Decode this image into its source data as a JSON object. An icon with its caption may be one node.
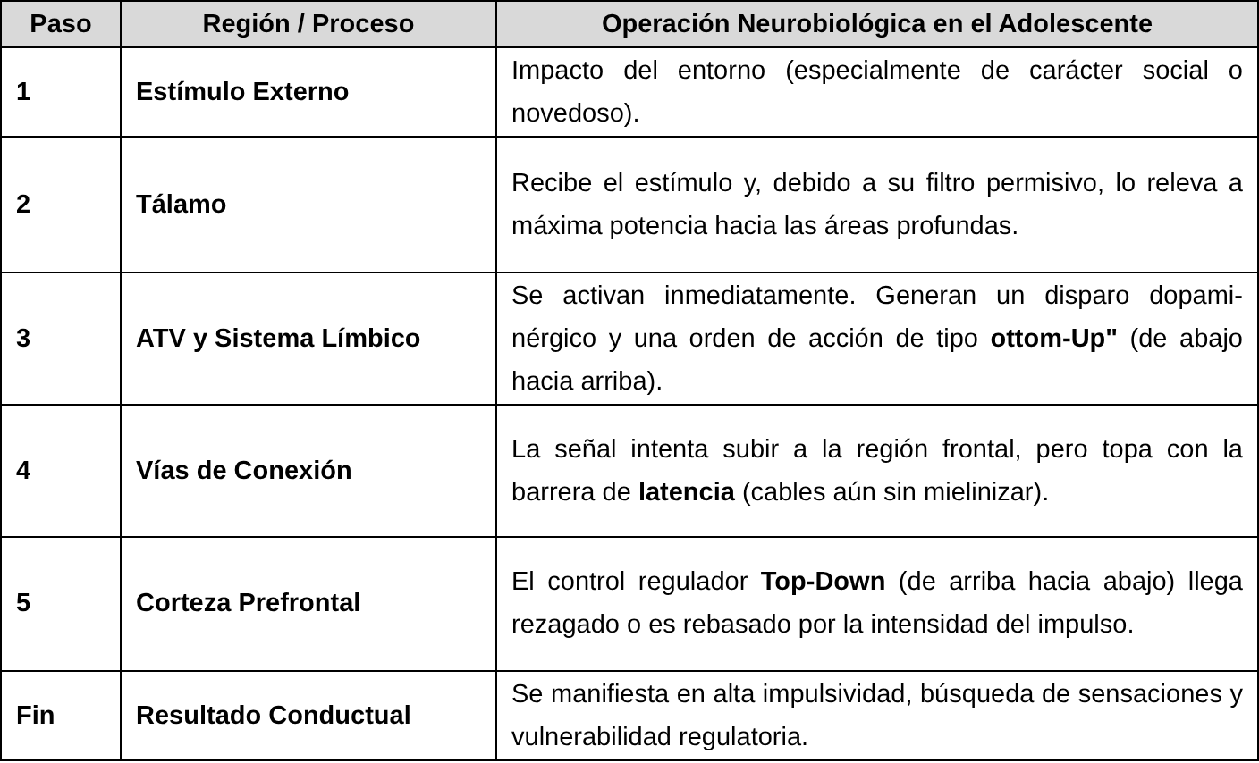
{
  "diagram": {
    "labels": [
      "Paso",
      "Región / Proceso",
      "Operación Neurobiológica en el Adolescente",
      "1",
      "Estímulo Externo",
      "Impacto del entorno (especialmente de carácter social o novedoso).",
      "2",
      "Tálamo",
      "Recibe el estímulo y, debido a su filtro permisivo, lo releva a máxima potencia hacia las áreas profundas.",
      "3",
      "ATV y Sistema Límbico",
      "Se activan inmediatamente. Generan un disparo dopami-nérgico y una orden de acción de tipo **ottom-Up\"** (de abajo hacia arriba).",
      "4",
      "Vías de Conexión",
      "La señal intenta subir a la región frontal, pero topa con la barrera de **latencia** (cables aún sin mielinizar).",
      "5",
      "Corteza Prefrontal",
      "El control regulador **Top-Down** (de arriba hacia abajo) llega rezagado o es rebasado por la intensidad del impulso.",
      "Fin",
      "Resultado Conductual",
      "Se manifiesta en alta impulsividad, búsqueda de sensaciones y vulnerabilidad regulatoria."
    ]
  }
}
